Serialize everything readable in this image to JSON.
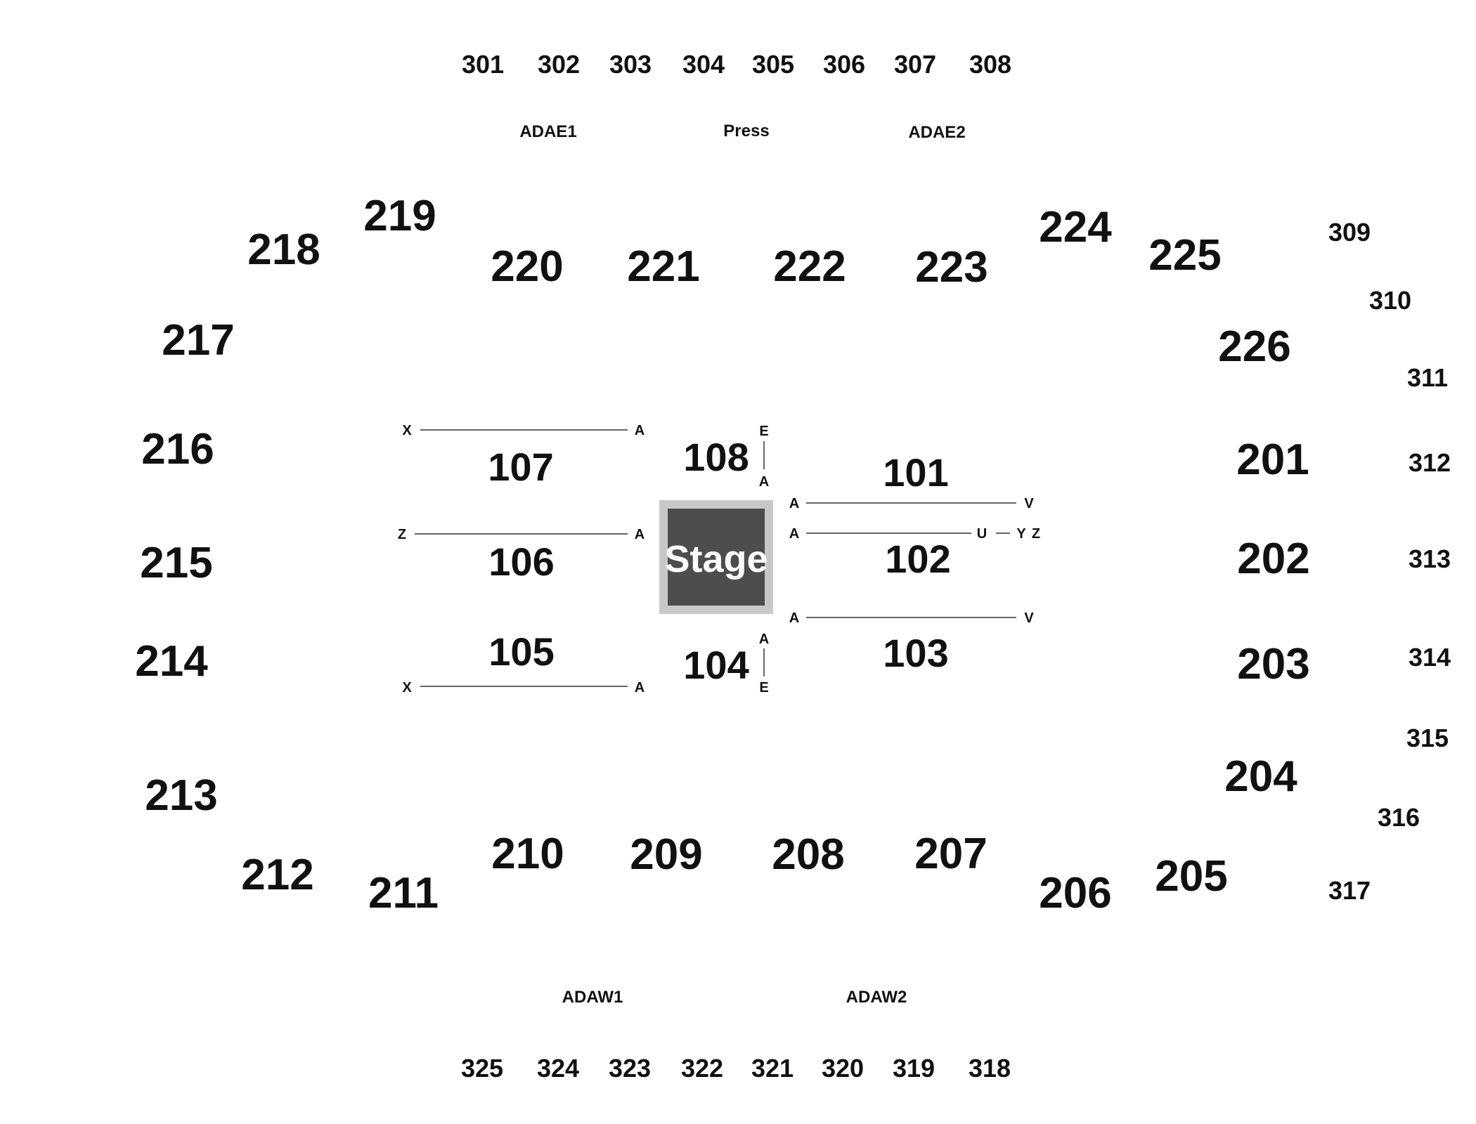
{
  "colors": {
    "background": "#ffffff",
    "text": "#111111",
    "stage_fill": "#4d4d4d",
    "stage_border": "#c8c8c8",
    "stage_text": "#ffffff"
  },
  "stage": {
    "label": "Stage"
  },
  "sections_300_top": [
    "301",
    "302",
    "303",
    "304",
    "305",
    "306",
    "307",
    "308"
  ],
  "sections_300_right": [
    "309",
    "310",
    "311",
    "312",
    "313",
    "314",
    "315",
    "316",
    "317"
  ],
  "sections_300_bottom": [
    "325",
    "324",
    "323",
    "322",
    "321",
    "320",
    "319",
    "318"
  ],
  "labels_top": [
    "ADAE1",
    "Press",
    "ADAE2"
  ],
  "labels_bottom": [
    "ADAW1",
    "ADAW2"
  ],
  "sections_200": [
    "201",
    "202",
    "203",
    "204",
    "205",
    "206",
    "207",
    "208",
    "209",
    "210",
    "211",
    "212",
    "213",
    "214",
    "215",
    "216",
    "217",
    "218",
    "219",
    "220",
    "221",
    "222",
    "223",
    "224",
    "225",
    "226"
  ],
  "sections_100": [
    "101",
    "102",
    "103",
    "104",
    "105",
    "106",
    "107",
    "108"
  ],
  "rows": {
    "s107": {
      "start": "X",
      "end": "A"
    },
    "s106": {
      "start": "Z",
      "end": "A"
    },
    "s105": {
      "start": "X",
      "end": "A"
    },
    "s108": {
      "top": "E",
      "bottom": "A"
    },
    "s104": {
      "top": "A",
      "bottom": "E"
    },
    "s101": {
      "start": "A",
      "end": "V"
    },
    "s102": {
      "start": "A",
      "mid": "U",
      "end_a": "Y",
      "end_b": "Z"
    },
    "s103": {
      "start": "A",
      "end": "V"
    }
  }
}
